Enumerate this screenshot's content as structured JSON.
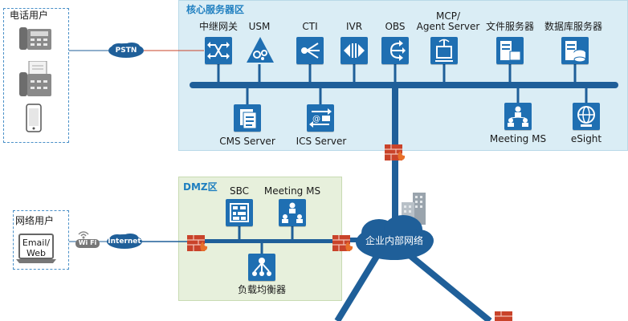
{
  "zones": {
    "core": "核心服务器区",
    "dmz": "DMZ区",
    "phone_users": "电话用户",
    "net_users": "网络用户"
  },
  "core_top": [
    "中继网关",
    "USM",
    "CTI",
    "IVR",
    "OBS",
    "MCP/\nAgent Server",
    "文件服务器",
    "数据库服务器"
  ],
  "core_bottom": [
    "CMS Server",
    "ICS Server",
    "Meeting MS",
    "eSight"
  ],
  "dmz_items": [
    "SBC",
    "Meeting MS",
    "负载均衡器"
  ],
  "links": {
    "pstn": "PSTN",
    "internet": "Internet",
    "wifi": "Wi Fi",
    "email_web": "Email/\nWeb",
    "enterprise_net": "企业内部网络"
  },
  "colors": {
    "icon_blue": "#1f6fb2",
    "bus_blue": "#1f5f99",
    "core_bg": "#daedf5",
    "dmz_bg": "#e7f0dc",
    "firewall": "#c9432a",
    "title_blue": "#1f7fc0"
  }
}
